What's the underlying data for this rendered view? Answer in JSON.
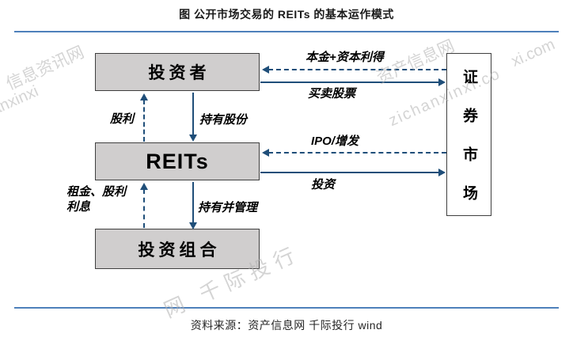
{
  "figure": {
    "title": "图 公开市场交易的 REITs 的基本运作模式",
    "source": "资料来源：资产信息网 千际投行 wind"
  },
  "nodes": {
    "investor": {
      "label": "投资者"
    },
    "reits": {
      "label": "REITs"
    },
    "portfolio": {
      "label": "投资组合"
    },
    "market": {
      "label": "证券市场"
    }
  },
  "edges": {
    "principal": {
      "label": "本金+资本利得",
      "from": "证券市场",
      "to": "投资者",
      "line": "dashed"
    },
    "trade": {
      "label": "买卖股票",
      "from": "投资者",
      "to": "证券市场",
      "line": "solid"
    },
    "dividend": {
      "label": "股利",
      "from": "REITs",
      "to": "投资者",
      "line": "dashed"
    },
    "hold_shares": {
      "label": "持有股份",
      "from": "投资者",
      "to": "REITs",
      "line": "solid"
    },
    "ipo": {
      "label": "IPO/增发",
      "from": "证券市场",
      "to": "REITs",
      "line": "dashed"
    },
    "invest": {
      "label": "投资",
      "from": "REITs",
      "to": "证券市场",
      "line": "solid"
    },
    "rent": {
      "label": "租金、股利",
      "label2": "利息",
      "from": "投资组合",
      "to": "REITs",
      "line": "dashed"
    },
    "hold_manage": {
      "label": "持有并管理",
      "from": "REITs",
      "to": "投资组合",
      "line": "solid"
    }
  },
  "watermarks": [
    "信息资讯网",
    "anxinxi",
    "资产信息网",
    "zichanxinxi.co",
    "网 千际投行",
    "xi.com"
  ],
  "colors": {
    "divider_blue": "#4e80bb",
    "arrow_blue": "#1f4e79",
    "box_fill": "#d0cece",
    "box_border": "#3f3f3f",
    "watermark_gray": "#b2b2b2"
  }
}
